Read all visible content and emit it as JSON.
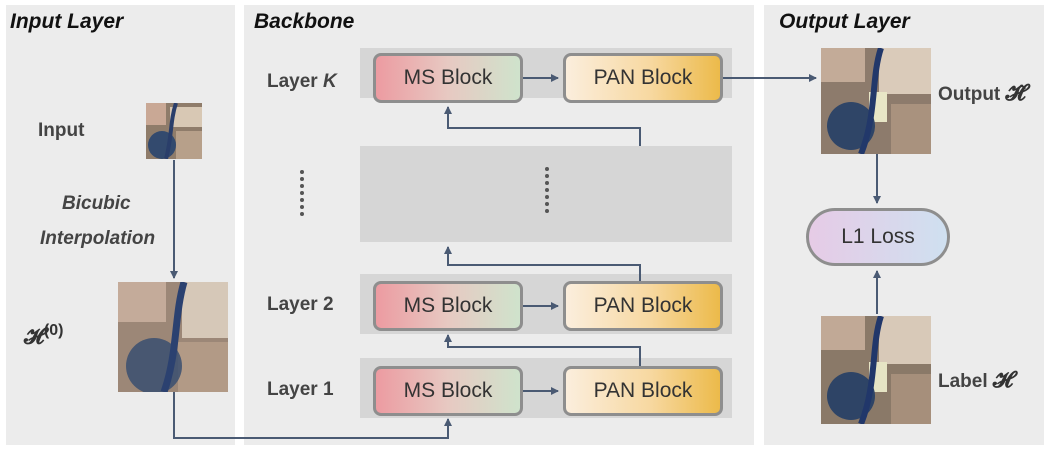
{
  "panels": {
    "input": {
      "title": "Input Layer"
    },
    "backbone": {
      "title": "Backbone"
    },
    "output": {
      "title": "Output Layer"
    }
  },
  "input_layer": {
    "input_label": "Input",
    "interp_line1": "Bicubic",
    "interp_line2": "Interpolation",
    "h0_symbol": "𝓗",
    "h0_superscript": "(0)"
  },
  "layers": [
    {
      "label_prefix": "Layer ",
      "label_index": "K",
      "ms": "MS Block",
      "pan": "PAN Block"
    },
    {
      "label_prefix": "Layer ",
      "label_index": "2",
      "ms": "MS Block",
      "pan": "PAN Block"
    },
    {
      "label_prefix": "Layer ",
      "label_index": "1",
      "ms": "MS Block",
      "pan": "PAN Block"
    }
  ],
  "output_layer": {
    "output_label": "Output",
    "output_symbol": "𝓗̂",
    "loss": "L1 Loss",
    "label_text": "Label",
    "label_symbol": "𝓗"
  },
  "colors": {
    "panel_bg": "#ececec",
    "layer_band": "#d6d6d6",
    "arrow": "#4a5a73",
    "block_border": "#8e8e8e"
  }
}
